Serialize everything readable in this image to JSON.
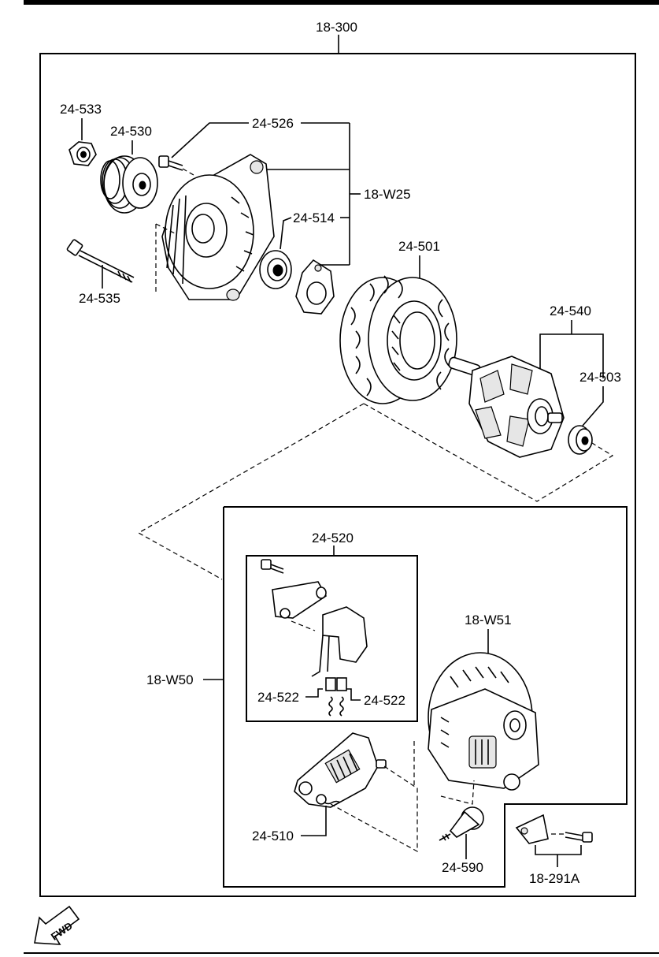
{
  "labels": {
    "assembly": "18-300",
    "nut": "24-533",
    "pulley": "24-530",
    "front_bolt": "24-526",
    "front_housing": "18-W25",
    "bearing": "24-514",
    "through_bolt": "24-535",
    "stator": "24-501",
    "rotor": "24-540",
    "rear_bearing": "24-503",
    "regulator": "24-520",
    "rear_housing_set": "18-W50",
    "rear_cover": "18-W51",
    "brush_left": "24-522",
    "brush_right": "24-522",
    "rectifier": "24-510",
    "terminal": "24-590",
    "bracket": "18-291A"
  },
  "fwd_arrow": "FWD"
}
